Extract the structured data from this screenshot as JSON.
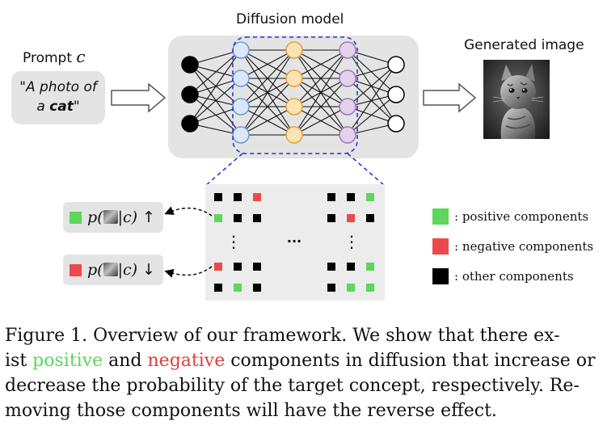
{
  "diffusion_title": "Diffusion model",
  "prompt": {
    "label": "Prompt",
    "variable": "c",
    "line1": "\"A photo of",
    "line2_prefix": "a ",
    "line2_bold": "cat",
    "line2_suffix": "\""
  },
  "generated_title": "Generated image",
  "prob_up": {
    "text": "p(",
    "cond": "|c)",
    "arrow": "↑"
  },
  "prob_down": {
    "text": "p(",
    "cond": "|c)",
    "arrow": "↓"
  },
  "legend": {
    "positive": ": positive components",
    "negative": ": negative components",
    "other": ": other components"
  },
  "colors": {
    "positive": "#5cd65c",
    "negative": "#ec4a4a",
    "other": "#000000",
    "layer1_fill": "#dbe6f7",
    "layer1_stroke": "#6c9ad6",
    "layer2_fill": "#fde2b3",
    "layer2_stroke": "#e1a33b",
    "layer3_fill": "#e2d3ea",
    "layer3_stroke": "#9d78b8",
    "highlight_border": "#2a35d6"
  },
  "ellipsis": {
    "vertical": "⋮",
    "horizontal": "···"
  },
  "caption": {
    "line1": "Figure 1.  Overview of our framework.  We show that there ex-",
    "line2_pre": "ist ",
    "line2_pos": "positive",
    "line2_mid": " and ",
    "line2_neg": "negative",
    "line2_post": " components in diffusion that increase or",
    "line3": "decrease the probability of the target concept, respectively.  Re-",
    "line4": "moving those components will have the reverse effect."
  }
}
